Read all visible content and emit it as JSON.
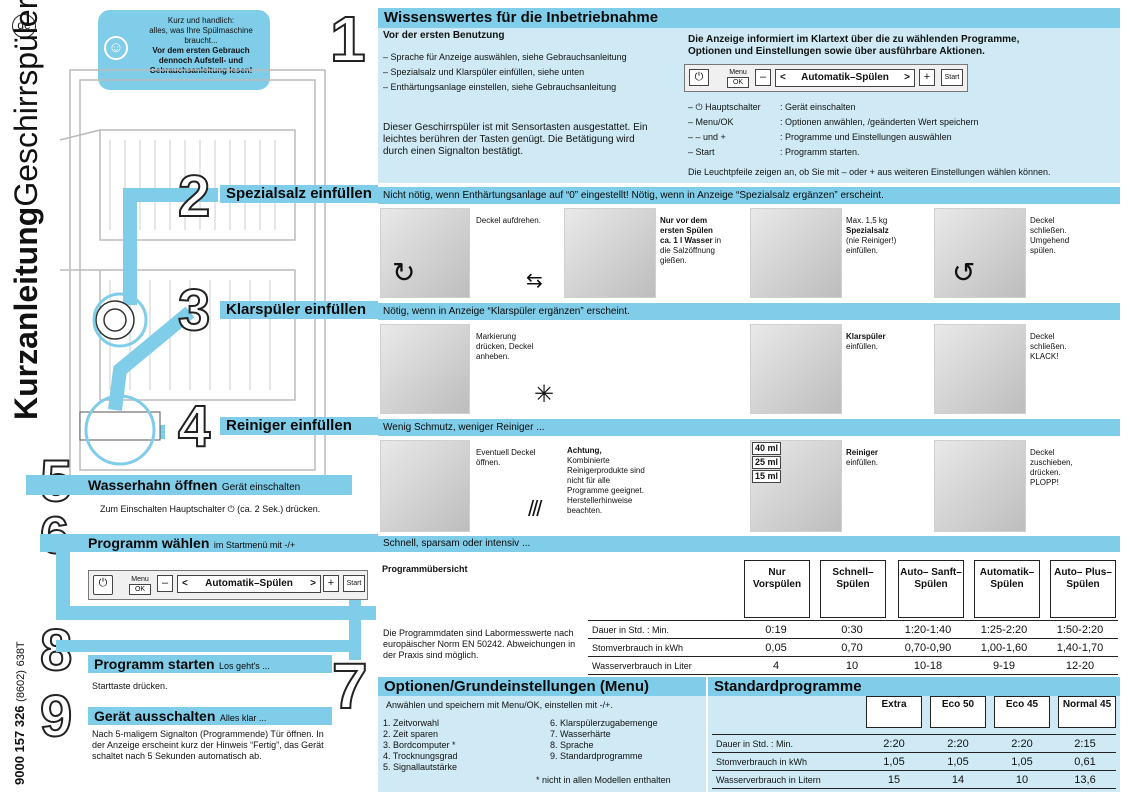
{
  "lang_badge": "de",
  "side_title_bold": "Kurzanleitung",
  "side_title_light": "Geschirrspüler",
  "doc_number": "9000 157 326",
  "doc_code": "(8602)",
  "doc_suffix": "638T",
  "hint": {
    "line1": "Kurz und handlich:",
    "line2": "alles, was Ihre Spülmaschine",
    "line3": "braucht...",
    "bold1": "Vor dem ersten Gebrauch",
    "bold2": "dennoch Aufstell- und",
    "bold3": "Gebrauchsanleitung lesen!"
  },
  "s1": {
    "num": "1",
    "title": "Wissenswertes für die Inbetriebnahme",
    "subtitle": "Vor der ersten Benutzung",
    "bullets": [
      "Sprache für Anzeige auswählen, siehe Gebrauchsanleitung",
      "Spezialsalz und Klarspüler einfüllen, siehe unten",
      "Enthärtungsanlage einstellen, siehe Gebrauchsanleitung"
    ],
    "sensor_text": "Dieser Geschirrspüler ist mit Sensortasten ausgestattet. Ein leichtes berühren der Tasten genügt. Die Betätigung wird durch einen Signalton bestätigt.",
    "display_head1": "Die Anzeige informiert im Klartext über die zu wählenden Programme,",
    "display_head2": "Optionen und Einstellungen sowie über ausführbare Aktionen.",
    "keys": [
      {
        "k": "– ⏻ Hauptschalter",
        "v": ": Gerät einschalten"
      },
      {
        "k": "– Menu/OK",
        "v": ": Optionen anwählen, /geänderten Wert speichern"
      },
      {
        "k": "– – und +",
        "v": ": Programme und Einstellungen auswählen"
      },
      {
        "k": "– Start",
        "v": ": Programm starten."
      }
    ],
    "footer": "Die Leuchtpfeile zeigen an, ob Sie mit – oder + aus weiteren Einstellungen wählen können."
  },
  "panel": {
    "power": "⏻",
    "menu": "Menu",
    "ok": "OK",
    "minus": "–",
    "lt": "<",
    "program": "Automatik–Spülen",
    "gt": ">",
    "plus": "+",
    "start": "Start"
  },
  "s2": {
    "num": "2",
    "title": "Spezialsalz einfüllen",
    "note": "Nicht nötig, wenn Enthärtungsanlage auf “0” eingestellt! Nötig, wenn in Anzeige “Spezialsalz ergänzen” erscheint.",
    "c1": "Deckel aufdrehen.",
    "c2_bold": "Nur vor dem ersten Spülen ca. 1 l Wasser",
    "c2": "in die Salzöffnung gießen.",
    "c3a": "Max. 1,5 kg",
    "c3_bold": "Spezialsalz",
    "c3b": "(nie Reiniger!) einfüllen.",
    "c4": "Deckel schließen. Umgehend spülen."
  },
  "s3": {
    "num": "3",
    "title": "Klarspüler einfüllen",
    "note": "Nötig, wenn in Anzeige “Klarspüler ergänzen” erscheint.",
    "c1": "Markierung drücken, Deckel anheben.",
    "c2_bold": "Klarspüler",
    "c2": "einfüllen.",
    "c3": "Deckel schließen. KLACK!"
  },
  "s4": {
    "num": "4",
    "title": "Reiniger einfüllen",
    "note": "Wenig Schmutz, weniger Reiniger ...",
    "c1": "Eventuell Deckel öffnen.",
    "c2_bold": "Achtung,",
    "c2": "Kombinierte Reinigerprodukte sind nicht für alle Programme geeignet. Herstellerhinweise beachten.",
    "ml": [
      "40 ml",
      "25 ml",
      "15 ml"
    ],
    "c3_bold": "Reiniger",
    "c3": "einfüllen.",
    "c4": "Deckel zuschieben, drücken. PLOPP!"
  },
  "s5": {
    "num": "5",
    "title": "Wasserhahn öffnen",
    "sub": "Gerät einschalten",
    "note": "Zum Einschalten Hauptschalter ⏻ (ca. 2 Sek.) drücken."
  },
  "s6": {
    "num": "6",
    "title": "Programm wählen",
    "sub": "im Startmenü mit -/+",
    "note": "Schnell, sparsam oder intensiv ..."
  },
  "s7": {
    "num": "7"
  },
  "s8": {
    "num": "8",
    "title": "Programm starten",
    "sub": "Los geht's ...",
    "note": "Starttaste drücken."
  },
  "s9": {
    "num": "9",
    "title": "Gerät ausschalten",
    "sub": "Alles klar ...",
    "note": "Nach 5-maligem Signalton (Programmende) Tür öffnen. In der Anzeige erscheint kurz der Hinweis “Fertig”, das Gerät schaltet nach 5 Sekunden automatisch ab."
  },
  "prog": {
    "title": "Programmübersicht",
    "headers": [
      "Nur Vorspülen",
      "Schnell– Spülen",
      "Auto– Sanft– Spülen",
      "Automatik– Spülen",
      "Auto– Plus– Spülen"
    ],
    "note": "Die Programmdaten sind Labormesswerte nach europäischer Norm EN 50242. Abweichungen in der Praxis sind möglich.",
    "rows": [
      {
        "label": "Dauer in Std. : Min.",
        "values": [
          "0:19",
          "0:30",
          "1:20-1:40",
          "1:25-2:20",
          "1:50-2:20"
        ]
      },
      {
        "label": "Stomverbrauch in kWh",
        "values": [
          "0,05",
          "0,70",
          "0,70-0,90",
          "1,00-1,60",
          "1,40-1,70"
        ]
      },
      {
        "label": "Wasserverbrauch in Liter",
        "values": [
          "4",
          "10",
          "10-18",
          "9-19",
          "12-20"
        ]
      }
    ]
  },
  "options": {
    "title": "Optionen/Grundeinstellungen (Menu)",
    "intro": "Anwählen und speichern mit Menu/OK, einstellen mit -/+.",
    "left": [
      "1. Zeitvorwahl",
      "2. Zeit sparen",
      "3. Bordcomputer *",
      "4. Trocknungsgrad",
      "5. Signallautstärke"
    ],
    "right": [
      "6. Klarspülerzugabemenge",
      "7. Wasserhärte",
      "8. Sprache",
      "9. Standardprogramme"
    ],
    "footnote": "* nicht in allen Modellen enthalten"
  },
  "std": {
    "title": "Standardprogramme",
    "headers": [
      "Extra",
      "Eco 50",
      "Eco 45",
      "Normal 45"
    ],
    "rows": [
      {
        "label": "Dauer in Std. : Min.",
        "values": [
          "2:20",
          "2:20",
          "2:20",
          "2:15"
        ]
      },
      {
        "label": "Stomverbrauch in kWh",
        "values": [
          "1,05",
          "1,05",
          "1,05",
          "0,61"
        ]
      },
      {
        "label": "Wasserverbrauch in Litern",
        "values": [
          "15",
          "14",
          "10",
          "13,6"
        ]
      }
    ]
  }
}
